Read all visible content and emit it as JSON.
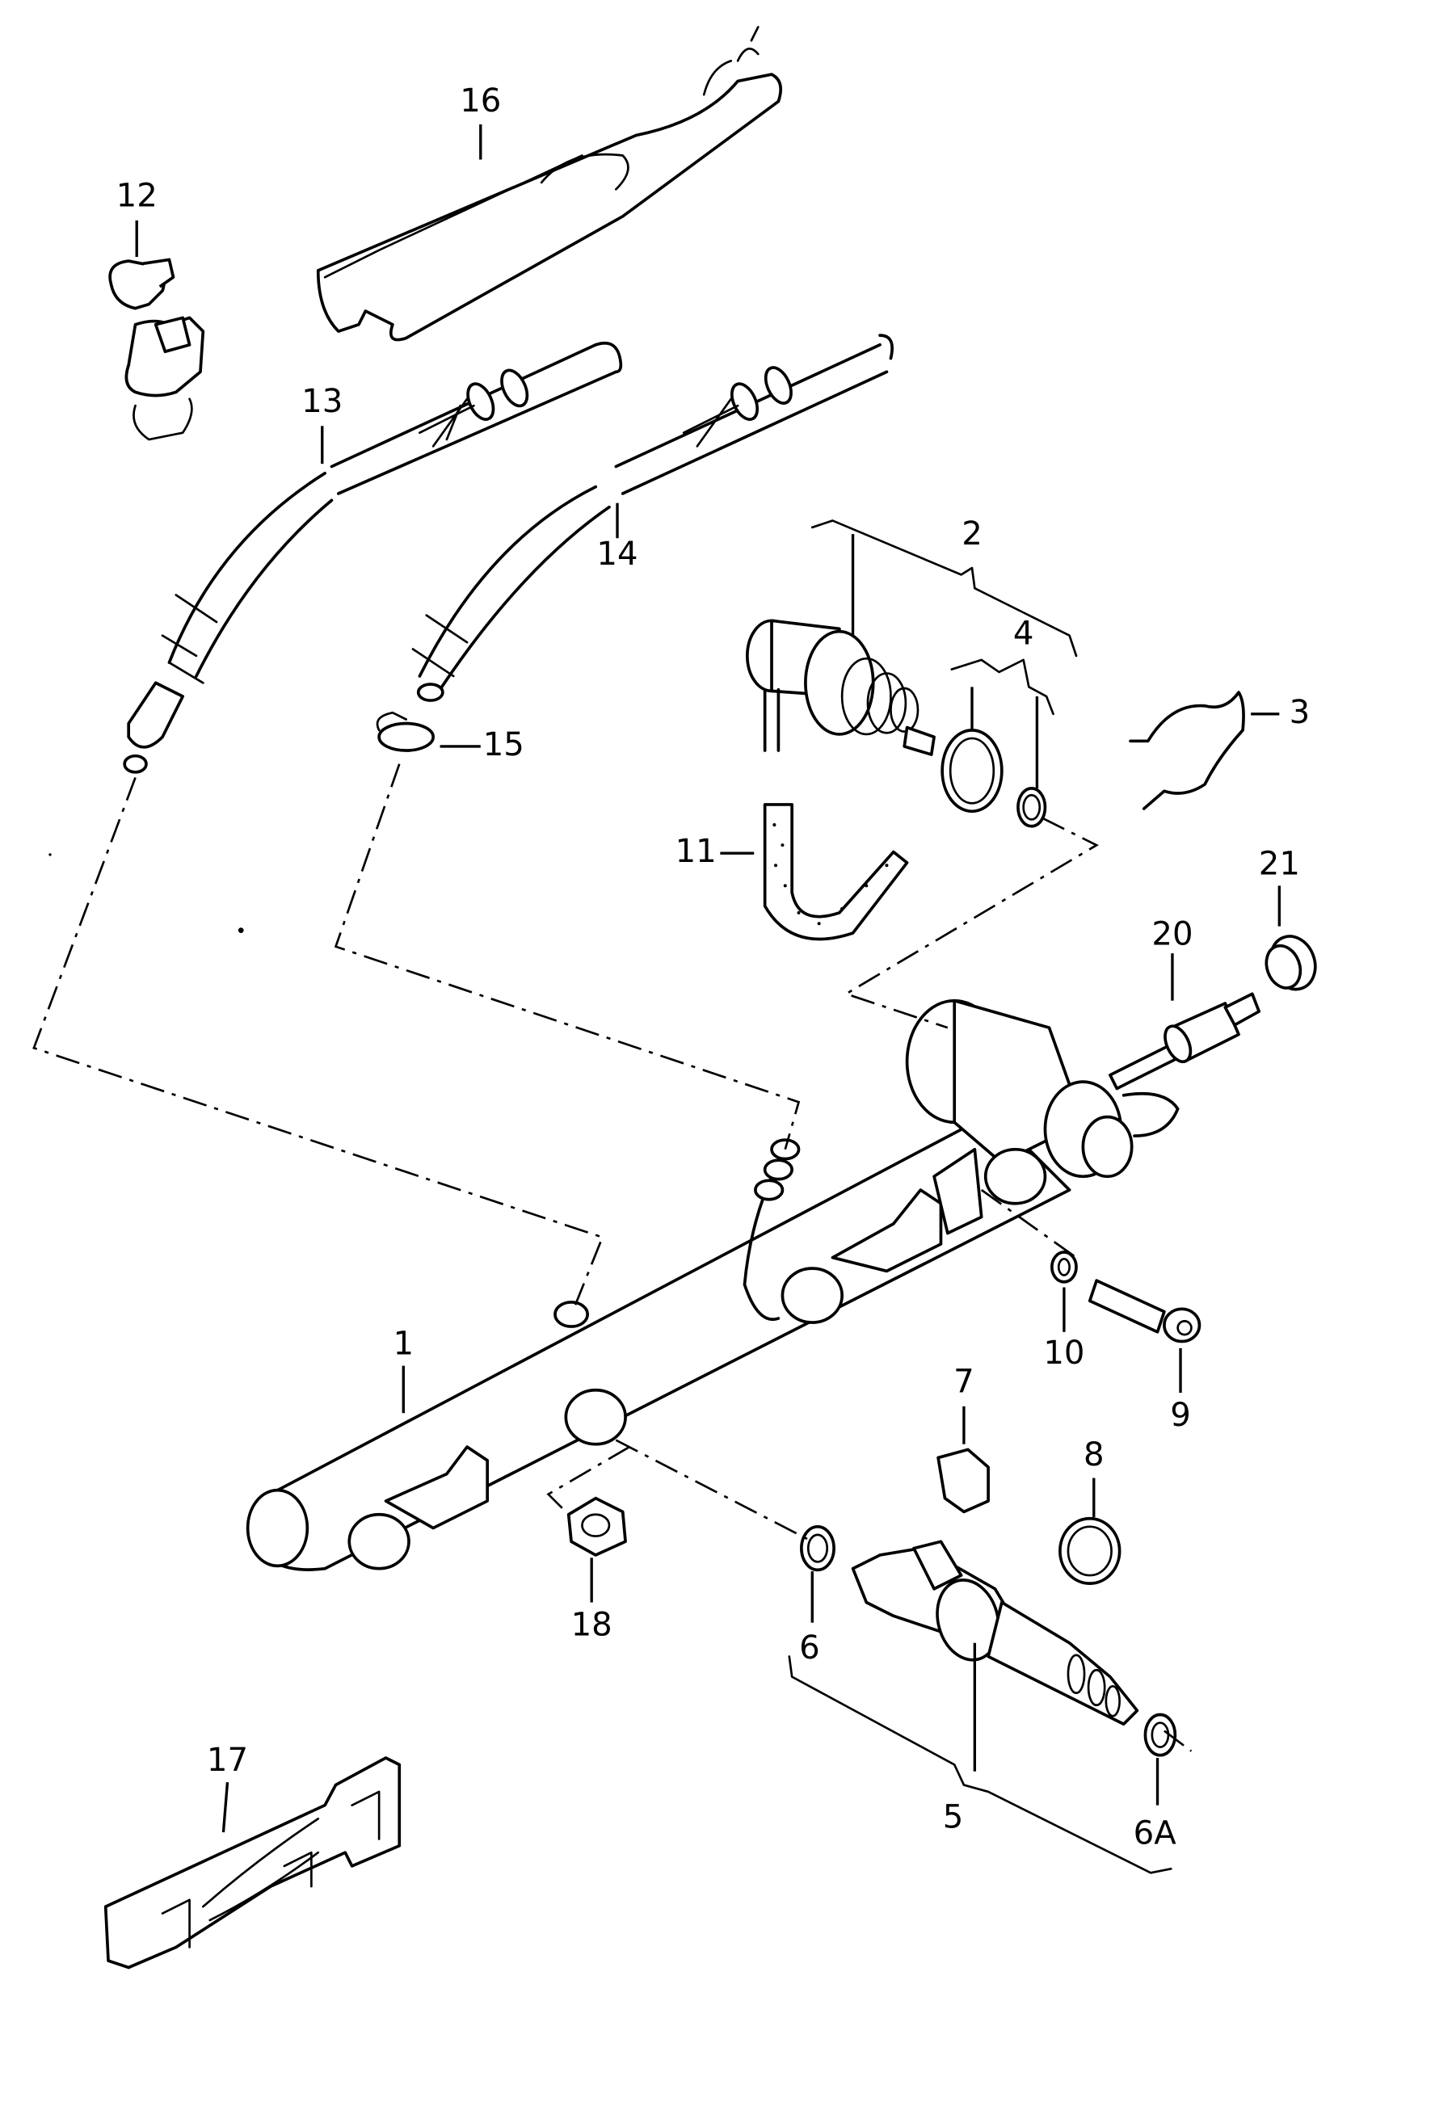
{
  "diagram": {
    "type": "exploded parts diagram",
    "subject": "fuel rail and injector assembly",
    "callouts": [
      {
        "id": "1",
        "label": "1"
      },
      {
        "id": "2",
        "label": "2"
      },
      {
        "id": "3",
        "label": "3"
      },
      {
        "id": "4",
        "label": "4"
      },
      {
        "id": "5",
        "label": "5"
      },
      {
        "id": "6",
        "label": "6"
      },
      {
        "id": "6A",
        "label": "6A"
      },
      {
        "id": "7",
        "label": "7"
      },
      {
        "id": "8",
        "label": "8"
      },
      {
        "id": "9",
        "label": "9"
      },
      {
        "id": "10",
        "label": "10"
      },
      {
        "id": "11",
        "label": "11"
      },
      {
        "id": "12",
        "label": "12"
      },
      {
        "id": "13",
        "label": "13"
      },
      {
        "id": "14",
        "label": "14"
      },
      {
        "id": "15",
        "label": "15"
      },
      {
        "id": "16",
        "label": "16"
      },
      {
        "id": "17",
        "label": "17"
      },
      {
        "id": "18",
        "label": "18"
      },
      {
        "id": "20",
        "label": "20"
      },
      {
        "id": "21",
        "label": "21"
      }
    ],
    "colors": {
      "line": "#000000",
      "background": "#ffffff"
    }
  }
}
